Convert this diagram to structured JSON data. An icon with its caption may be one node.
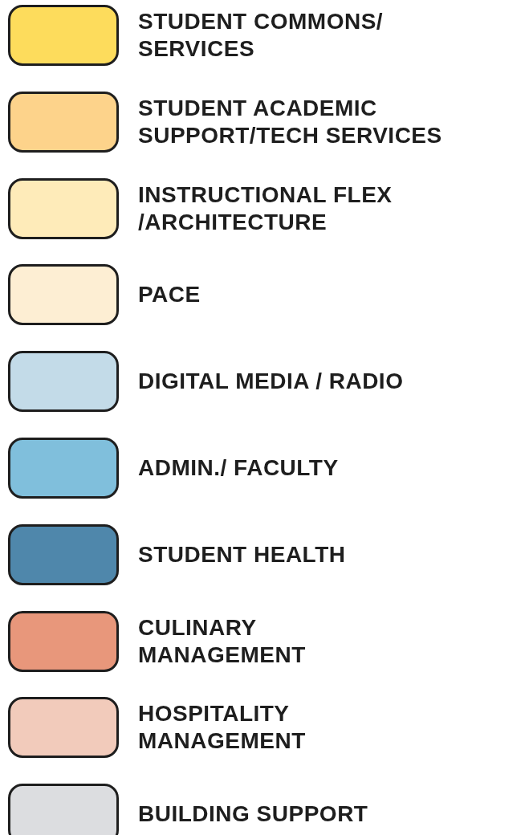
{
  "diagram": {
    "legend": [
      {
        "text": "STUDENT COMMONS/ SERVICES",
        "color": "#fddc5c"
      },
      {
        "text": "STUDENT ACADEMIC SUPPORT/TECH SERVICES",
        "color": "#fdd38b"
      },
      {
        "text": "INSTRUCTIONAL FLEX /ARCHITECTURE",
        "color": "#feebb9"
      },
      {
        "text": "PACE",
        "color": "#fdeed3"
      },
      {
        "text": "DIGITAL MEDIA / RADIO",
        "color": "#c3dbe8"
      },
      {
        "text": "ADMIN./ FACULTY",
        "color": "#80bfdc"
      },
      {
        "text": "STUDENT HEALTH",
        "color": "#4f87ab"
      },
      {
        "text": "CULINARY MANAGEMENT",
        "color": "#e8977b"
      },
      {
        "text": "HOSPITALITY MANAGEMENT",
        "color": "#f2cbbb"
      },
      {
        "text": "BUILDING SUPPORT",
        "color": "#dcdde0"
      }
    ]
  }
}
